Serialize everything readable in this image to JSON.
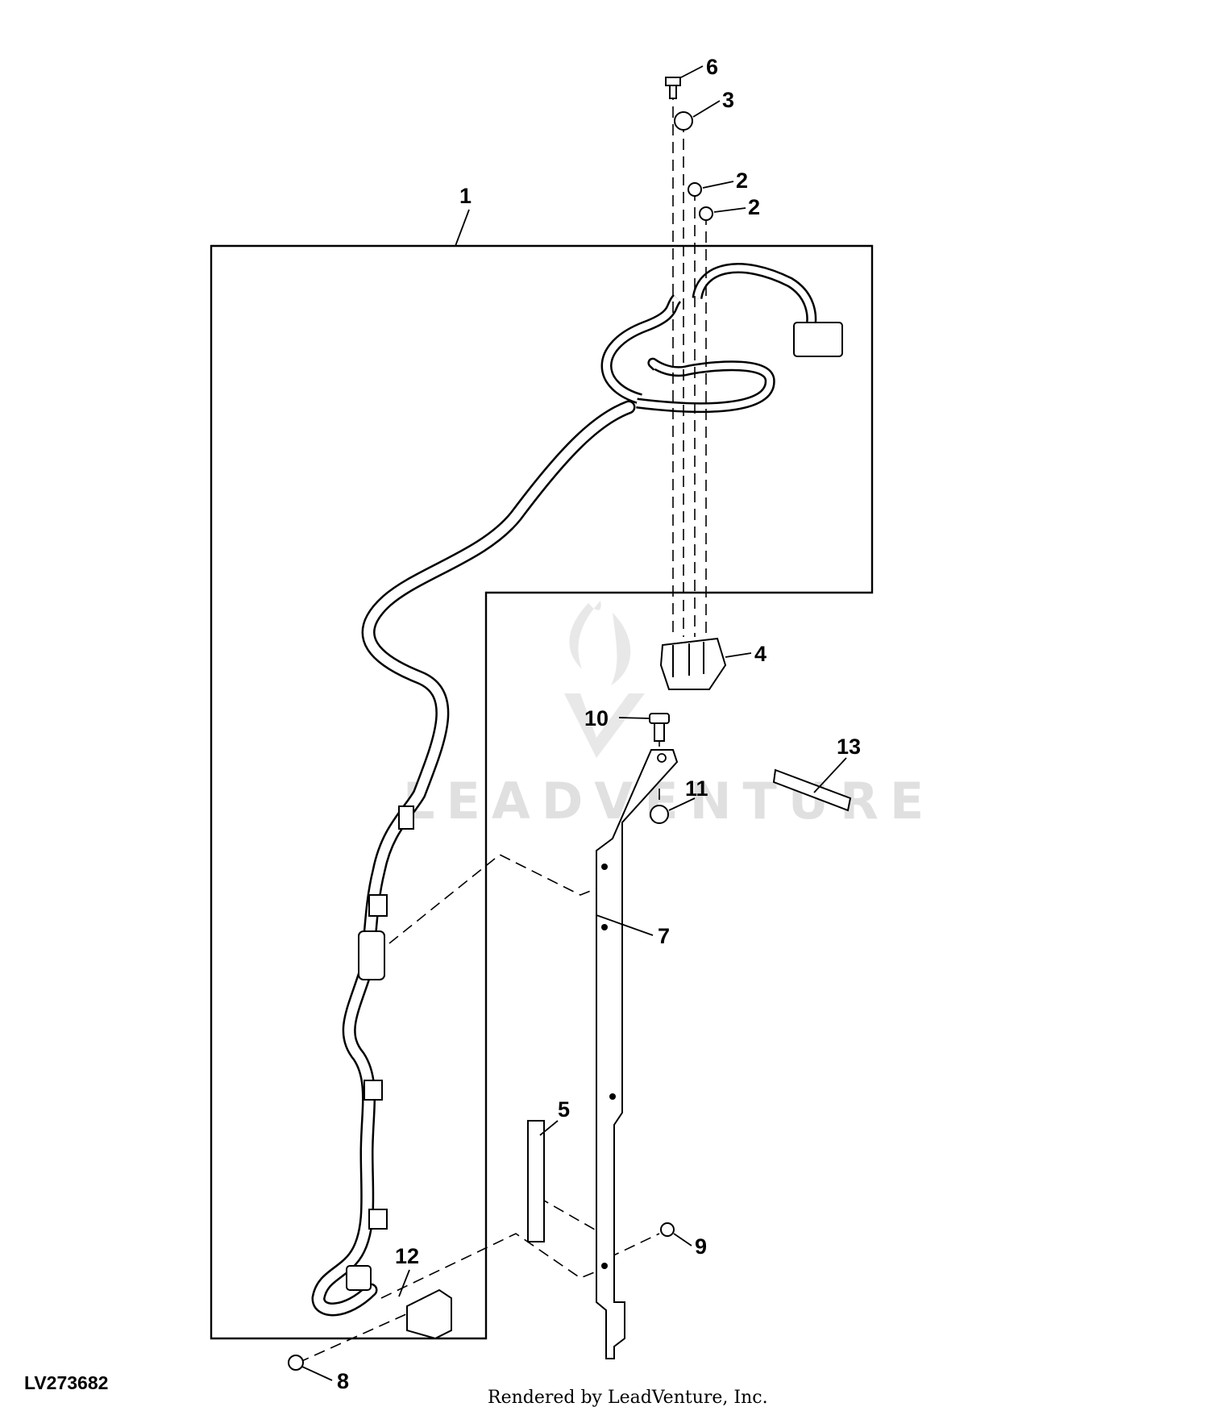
{
  "figure_id": "LV273682",
  "credit": "Rendered by LeadVenture, Inc.",
  "watermark": "LEADVENTURE",
  "callouts": [
    "1",
    "2",
    "2",
    "3",
    "4",
    "5",
    "6",
    "7",
    "8",
    "9",
    "10",
    "11",
    "12",
    "13"
  ]
}
